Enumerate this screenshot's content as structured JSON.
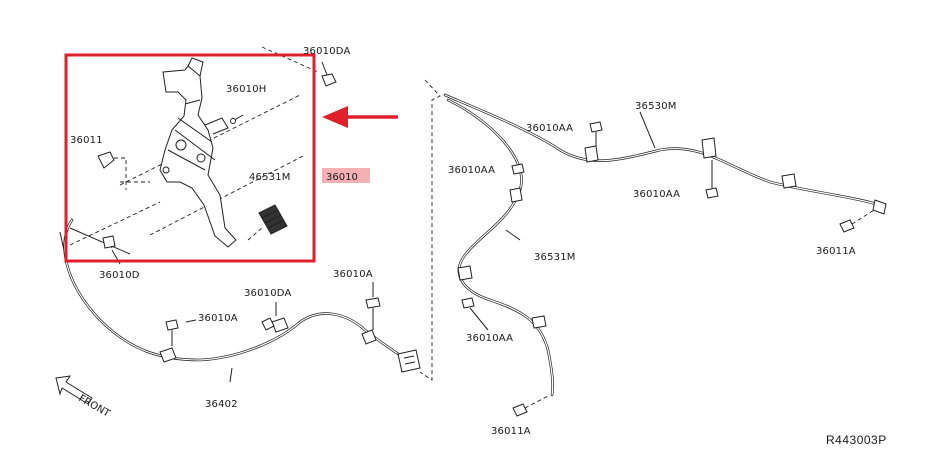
{
  "labels": {
    "a_36010da_top": "36010DA",
    "a_36010h": "36010H",
    "a_36011": "36011",
    "a_46531m": "46531M",
    "a_36010_main": "36010",
    "a_36010d": "36010D",
    "a_36010a_left": "36010A",
    "a_36010da_mid": "36010DA",
    "a_36010a_mid": "36010A",
    "a_36402": "36402",
    "a_front": "FRONT",
    "a_36010aa_top": "36010AA",
    "a_36530m": "36530M",
    "a_36010aa_left": "36010AA",
    "a_36010aa_right": "36010AA",
    "a_36531m": "36531M",
    "a_36011a_right": "36011A",
    "a_36010aa_bottom": "36010AA",
    "a_36011a_bottom": "36011A"
  },
  "diagram_id": "R443003P",
  "colors": {
    "highlight_frame": "#e0202a",
    "arrow": "#e0202a",
    "label_highlight": "#f4b0b4",
    "line": "#222222"
  }
}
